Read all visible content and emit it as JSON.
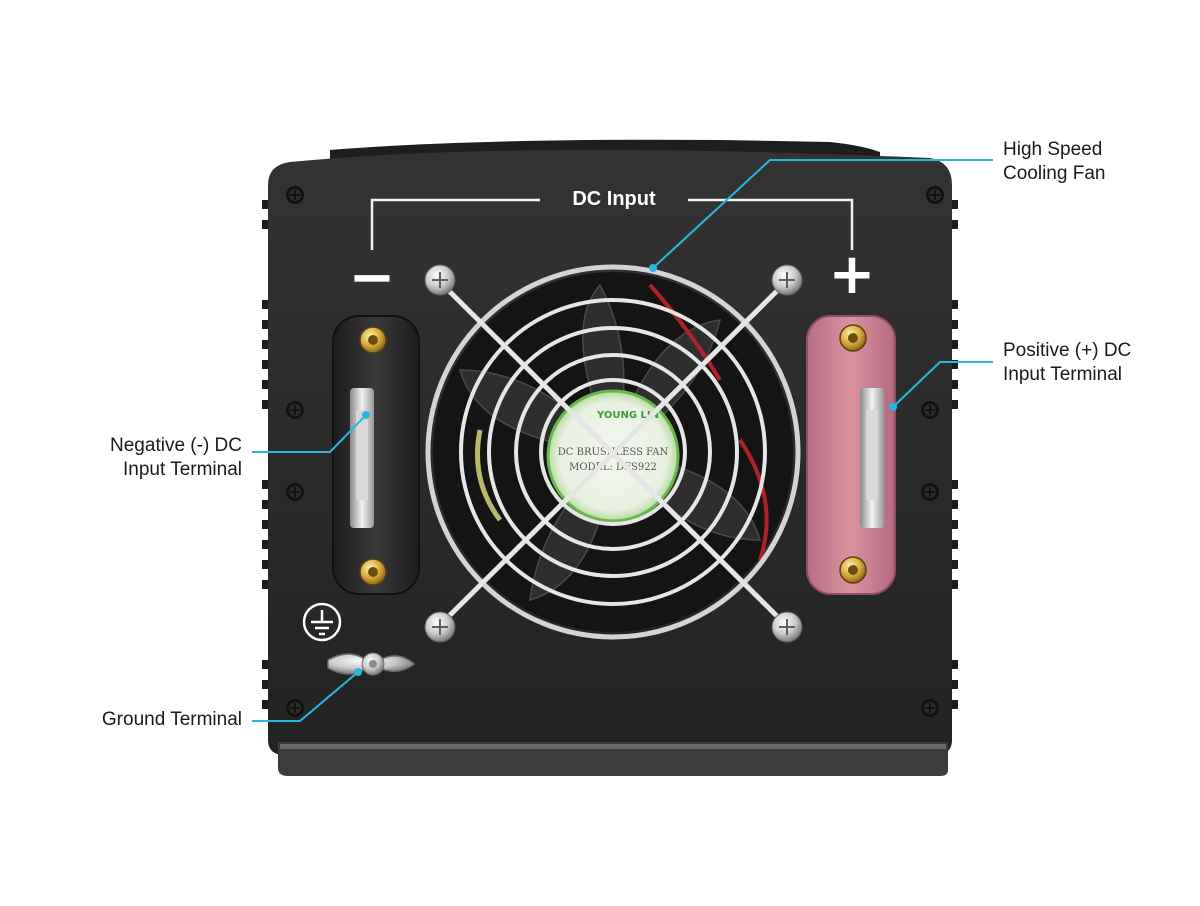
{
  "panel": {
    "title": "DC  Input",
    "minus_sign": "−",
    "plus_sign": "+"
  },
  "fan_label": {
    "line1": "YOUNG LIN",
    "line2": "DC BRUSHLESS FAN",
    "line3": "MODEL: DFS922"
  },
  "callouts": {
    "fan": {
      "line1": "High Speed",
      "line2": "Cooling Fan"
    },
    "positive": {
      "line1": "Positive (+) DC",
      "line2": "Input Terminal"
    },
    "negative": {
      "line1": "Negative (-) DC",
      "line2": "Input Terminal"
    },
    "ground": {
      "line1": "Ground Terminal"
    }
  },
  "colors": {
    "panel": "#2b2b2b",
    "callout_line": "#29b6e0",
    "negative_terminal": "#2a2a2a",
    "positive_terminal": "#c98297"
  },
  "icons": [
    "ground-symbol-icon",
    "screw-icon",
    "fan-guard-icon"
  ]
}
